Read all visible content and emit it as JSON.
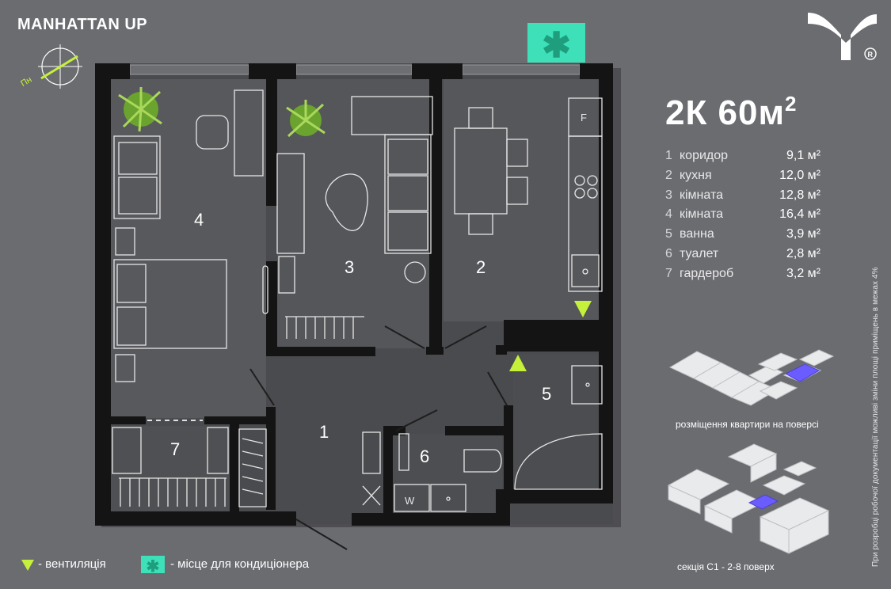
{
  "header": {
    "brand": "MANHATTAN UP",
    "compass_label": "Пн"
  },
  "apartment": {
    "title_main": "2К 60м",
    "title_sup": "2"
  },
  "rooms": [
    {
      "num": "1",
      "name": "коридор",
      "area": "9,1 м²"
    },
    {
      "num": "2",
      "name": "кухня",
      "area": "12,0 м²"
    },
    {
      "num": "3",
      "name": "кімната",
      "area": "12,8 м²"
    },
    {
      "num": "4",
      "name": "кімната",
      "area": "16,4 м²"
    },
    {
      "num": "5",
      "name": "ванна",
      "area": "3,9 м²"
    },
    {
      "num": "6",
      "name": "туалет",
      "area": "2,8 м²"
    },
    {
      "num": "7",
      "name": "гардероб",
      "area": "3,2 м²"
    }
  ],
  "plan_labels": {
    "r1": "1",
    "r2": "2",
    "r3": "3",
    "r4": "4",
    "r5": "5",
    "r6": "6",
    "r7": "7",
    "fridge": "F",
    "washer": "W"
  },
  "legend": {
    "vent_label": "- вентиляція",
    "ac_label": "- місце для кондиціонера",
    "ac_glyph": "✱"
  },
  "captions": {
    "floor_placement": "розміщення квартири на поверсі",
    "section": "секція С1 - 2-8 поверх"
  },
  "disclaimer": "При розробці робочої документації можливі зміни площі приміщень в межах 4%",
  "colors": {
    "background": "#6b6c70",
    "wall": "#141414",
    "floor": "#4a4b4e",
    "ac_accent": "#3de0b8",
    "vent_accent": "#c6f13a",
    "highlight": "#6a5cff"
  }
}
